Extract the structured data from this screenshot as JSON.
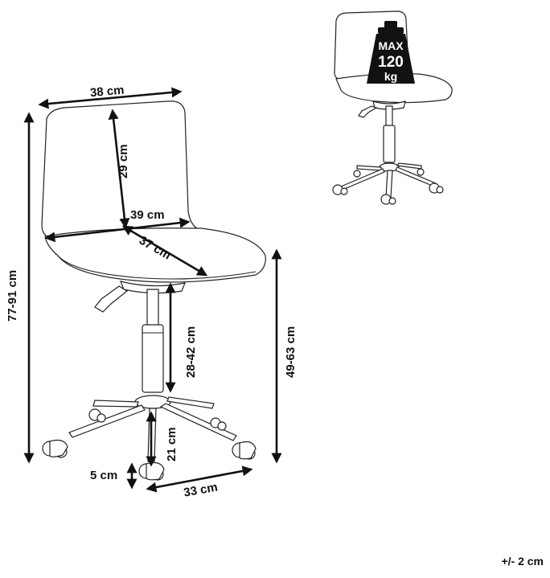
{
  "dimensions": {
    "seat_back_width": "38 cm",
    "back_height": "29 cm",
    "seat_width": "39 cm",
    "seat_depth": "37 cm",
    "total_height": "77-91 cm",
    "seat_height": "49-63 cm",
    "gas_lift_height": "28-42 cm",
    "base_height": "21 cm",
    "wheel_height": "5 cm",
    "base_diameter": "33 cm"
  },
  "max_load": {
    "prefix": "MAX",
    "value": "120",
    "unit": "kg"
  },
  "tolerance": "+/- 2 cm",
  "colors": {
    "line": "#222222",
    "dimension": "#111111",
    "weight_fill": "#111111"
  }
}
